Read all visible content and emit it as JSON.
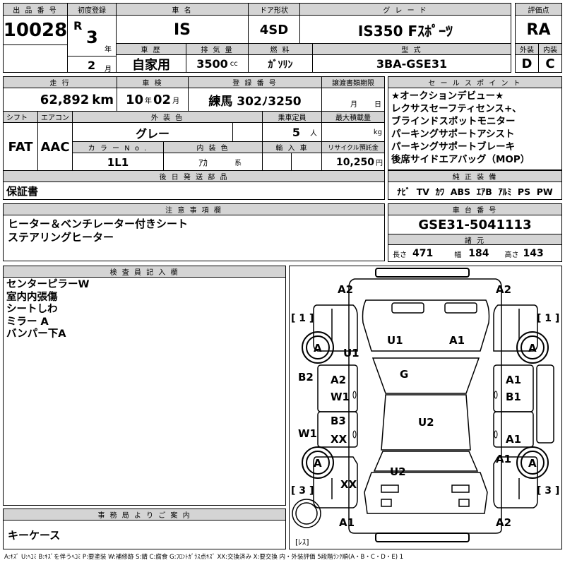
{
  "lot": {
    "header": "出 品 番 号",
    "value": "10028"
  },
  "first_reg": {
    "header": "初度登録",
    "era": "R",
    "year": "3",
    "year_unit": "年",
    "month": "2",
    "month_unit": "月"
  },
  "car_name": {
    "header": "車 名",
    "value": "IS"
  },
  "door": {
    "header": "ドア形状",
    "value": "4SD"
  },
  "grade": {
    "header": "グ レ ー ド",
    "value": "IS350 Fｽﾎﾟｰﾂ"
  },
  "score": {
    "header": "評価点",
    "value": "RA"
  },
  "history": {
    "header": "車 歴",
    "value": "自家用"
  },
  "displacement": {
    "header": "排 気 量",
    "value": "3500",
    "unit": "cc"
  },
  "fuel": {
    "header": "燃 料",
    "value": "ｶﾞｿﾘﾝ"
  },
  "model": {
    "header": "型 式",
    "value": "3BA-GSE31"
  },
  "exterior_score": {
    "header": "外装",
    "value": "D"
  },
  "interior_score": {
    "header": "内装",
    "value": "C"
  },
  "mileage": {
    "header": "走 行",
    "value": "62,892",
    "unit": "km"
  },
  "inspection": {
    "header": "車 検",
    "year": "10",
    "year_unit": "年",
    "month": "02",
    "month_unit": "月"
  },
  "plate": {
    "header": "登 録 番 号",
    "value": "練馬 302ﾉ3250"
  },
  "transfer_deadline": {
    "header": "譲渡書類期限",
    "year_unit": "月",
    "day_unit": "日"
  },
  "selling_points": {
    "header": "セ ー ル ス ポ イ ン ト",
    "lines": [
      "★オークションデビュー★",
      "レクサスセーフティセンス+、",
      "ブラインドスポットモニター",
      "パーキングサポートアシスト",
      "パーキングサポートブレーキ",
      "後席サイドエアバッグ（MOP）"
    ]
  },
  "shift": {
    "header": "シフト",
    "value": "FAT"
  },
  "aircon": {
    "header": "エアコン",
    "value": "AAC"
  },
  "ext_color": {
    "header": "外 装 色",
    "value": "グレー"
  },
  "capacity": {
    "header": "乗車定員",
    "value": "5",
    "unit": "人"
  },
  "max_load": {
    "header": "最大積載量",
    "unit": "kg"
  },
  "color_no": {
    "header": "カ ラ ー N o .",
    "value": "1L1"
  },
  "int_color": {
    "header": "内 装 色",
    "value": "ｱｶ",
    "unit": "系"
  },
  "import": {
    "header": "輸 入 車"
  },
  "recycle": {
    "header": "リサイクル預託金",
    "value": "10,250",
    "unit": "円"
  },
  "later_parts": {
    "header": "後 日 発 送 部 品",
    "value": "保証書"
  },
  "equipment": {
    "header": "純 正 装 備",
    "value": "ﾅﾋﾞ  TV  ｶﾜ  ABS  ｴｱB  ｱﾙﾐ  PS  PW"
  },
  "notes": {
    "header": "注 意 事 項 欄",
    "lines": [
      "ヒーター＆ベンチレーター付きシート",
      "ステアリングヒーター"
    ]
  },
  "chassis": {
    "header": "車 台 番 号",
    "value": "GSE31-5041113"
  },
  "dims": {
    "header": "諸 元",
    "l_label": "長さ",
    "l": "471",
    "w_label": "幅",
    "w": "184",
    "h_label": "高さ",
    "h": "143"
  },
  "inspector": {
    "header": "検 査 員 記 入 欄",
    "lines": [
      "センターピラーW",
      "室内内張傷",
      "シートしわ",
      "ミラー A",
      "バンパー下A"
    ]
  },
  "office": {
    "header": "事 務 局 よ り ご 案 内",
    "value": "キーケース"
  },
  "legend": "A:ｷｽﾞ U:ﾍｺﾐ B:ｷｽﾞを伴うﾍｺﾐ P:要塗装 W:補修跡 S:錆 C:腐食 G:ﾌﾛﾝﾄｶﾞﾗｽ点ｷｽﾞ XX:交換済み X:要交換  内・外装評価 5段階ﾗﾝｸ順(A・B・C・D・E) 1",
  "diagram": {
    "bracket_1": "[ 1 ]",
    "bracket_3": "[ 3 ]",
    "spare_label": "[ﾚｽ]",
    "tire_mark": "A",
    "marks": {
      "a2_fl": "A2",
      "a2_fr": "A2",
      "u1_left": "U1",
      "u1_hood": "U1",
      "a1_hood": "A1",
      "g": "G",
      "b2": "B2",
      "a2_lf": "A2",
      "w1_lf": "W1",
      "a1_rf": "A1",
      "b1_rf": "B1",
      "w1_l": "W1",
      "b3": "B3",
      "xx_lr": "XX",
      "u2_roof": "U2",
      "a1_rr": "A1",
      "a1_rq": "A1",
      "u2_trunk": "U2",
      "xx_rear": "XX",
      "a1_bl": "A1",
      "a2_br": "A2"
    }
  }
}
